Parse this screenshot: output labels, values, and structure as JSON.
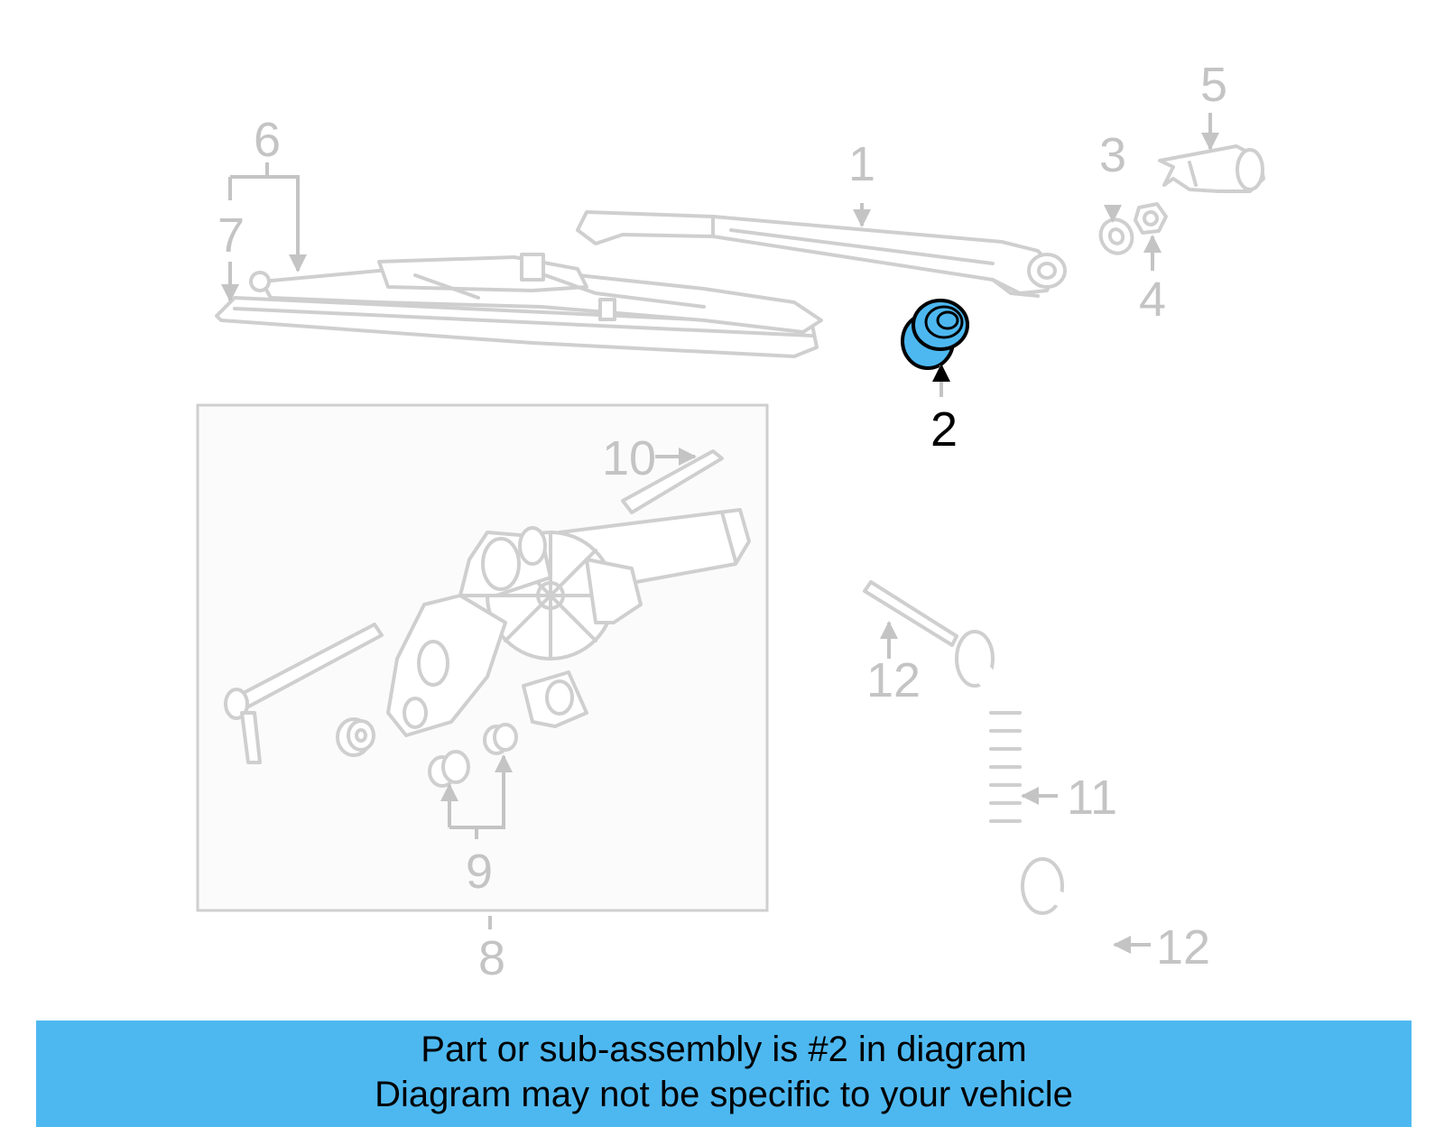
{
  "diagram": {
    "highlight_color": "#4db8f0",
    "callouts": [
      "1",
      "2",
      "3",
      "4",
      "5",
      "6",
      "7",
      "8",
      "9",
      "10",
      "11",
      "12",
      "12"
    ],
    "highlighted_callout": "2"
  },
  "footer": {
    "background": "#4db8f0",
    "line1": "Part or sub-assembly is #2 in diagram",
    "line2": "Diagram may not be specific to your vehicle"
  }
}
